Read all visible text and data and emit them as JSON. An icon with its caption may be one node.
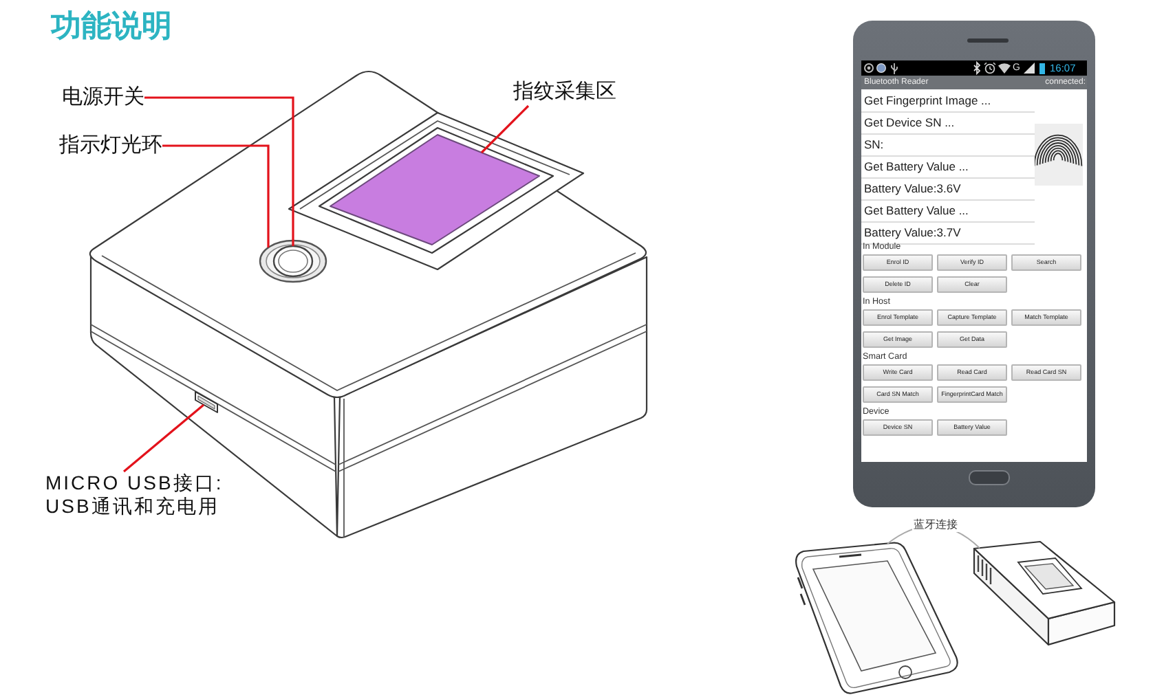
{
  "diagram": {
    "title": "功能说明",
    "nodes": [
      {
        "text": [
          "电源开关"
        ]
      },
      {
        "text": [
          "指示灯光环"
        ]
      },
      {
        "text": [
          "指纹采集区"
        ]
      },
      {
        "text": [
          "MICRO USB接口: USB通讯和充电用"
        ]
      },
      {
        "text": [],
        "shape": "circle"
      },
      {
        "text": [],
        "shape": "circle",
        "in": 4
      },
      {
        "text": [],
        "shape": "box"
      },
      {
        "text": [],
        "shape": "box"
      },
      {
        "text": [],
        "shape": "picture"
      },
      {
        "text": [],
        "shape": "picture"
      }
    ],
    "edges": [
      {
        "from": 0,
        "to": 5,
        "arrow": "none"
      },
      {
        "from": 1,
        "to": 4,
        "arrow": "none"
      },
      {
        "from": 2,
        "to": 6,
        "arrow": "none"
      },
      {
        "from": 3,
        "to": 7,
        "arrow": "none"
      },
      {
        "from": 8,
        "to": 9,
        "arrow": "none",
        "label": "蓝牙连接",
        "color": "#aaaaaa"
      }
    ],
    "labels": [
      "G",
      "16:07",
      "Bluetooth Reader",
      "connected:",
      "Get Fingerprint Image ...",
      "Get Device SN ...",
      "SN:",
      "Get Battery Value ...",
      "Battery Value:3.6V",
      "Get Battery Value ...",
      "Battery Value:3.7V",
      "In Module",
      "Enrol ID",
      "Verify ID",
      "Search",
      "Delete ID",
      "Clear",
      "In Host",
      "Enrol Template",
      "Capture Template",
      "Match Template",
      "Get Image",
      "Get Data",
      "Smart Card",
      "Write Card",
      "Read Card",
      "Read Card SN",
      "Card SN Match",
      "FingerprintCard Match",
      "Device",
      "Device SN",
      "Battery Value"
    ]
  }
}
